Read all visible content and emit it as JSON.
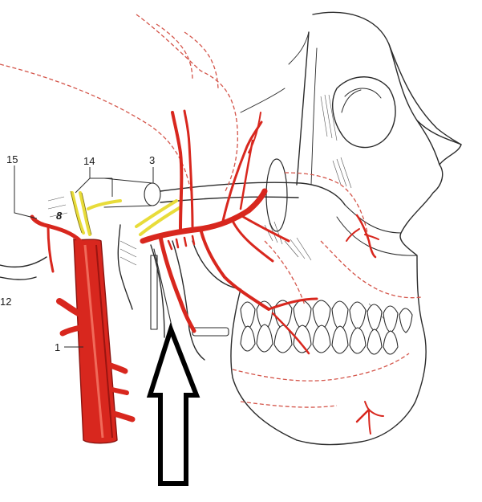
{
  "labels": {
    "l15": "15",
    "l14": "14",
    "l3": "3",
    "l12": "12",
    "l1": "1",
    "l8": "8"
  },
  "colors": {
    "artery": "#d8271e",
    "artery_dark": "#9b1410",
    "artery_light": "#f06a5a",
    "nerve": "#e8dc3a",
    "ink": "#2a2a2a",
    "dashed": "#d4554a",
    "background": "#ffffff",
    "arrow": "#000000"
  },
  "icons": {
    "arrow": "up-arrow-outline-icon"
  }
}
